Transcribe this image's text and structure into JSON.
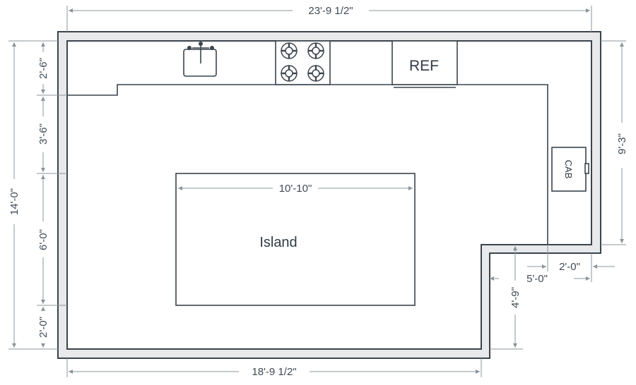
{
  "dimensions": {
    "top_width": "23'-9 1/2\"",
    "bottom_width": "18'-9 1/2\"",
    "left_height": "14'-0\"",
    "right_upper_height": "9'-3\"",
    "left_seg_1": "2'-6\"",
    "left_seg_2": "3'-6\"",
    "left_seg_3": "6'-0\"",
    "left_seg_4": "2'-0\"",
    "island_width": "10'-10\"",
    "notch_width": "5'-0\"",
    "notch_height": "4'-9\"",
    "notch_offset": "2'-0\""
  },
  "labels": {
    "island": "Island",
    "refrigerator": "REF",
    "cabinet": "CAB"
  },
  "colors": {
    "wall_fill": "#e7e9ea",
    "line": "#3a444d",
    "dim_line": "#8b949b",
    "text": "#3f4a55"
  }
}
